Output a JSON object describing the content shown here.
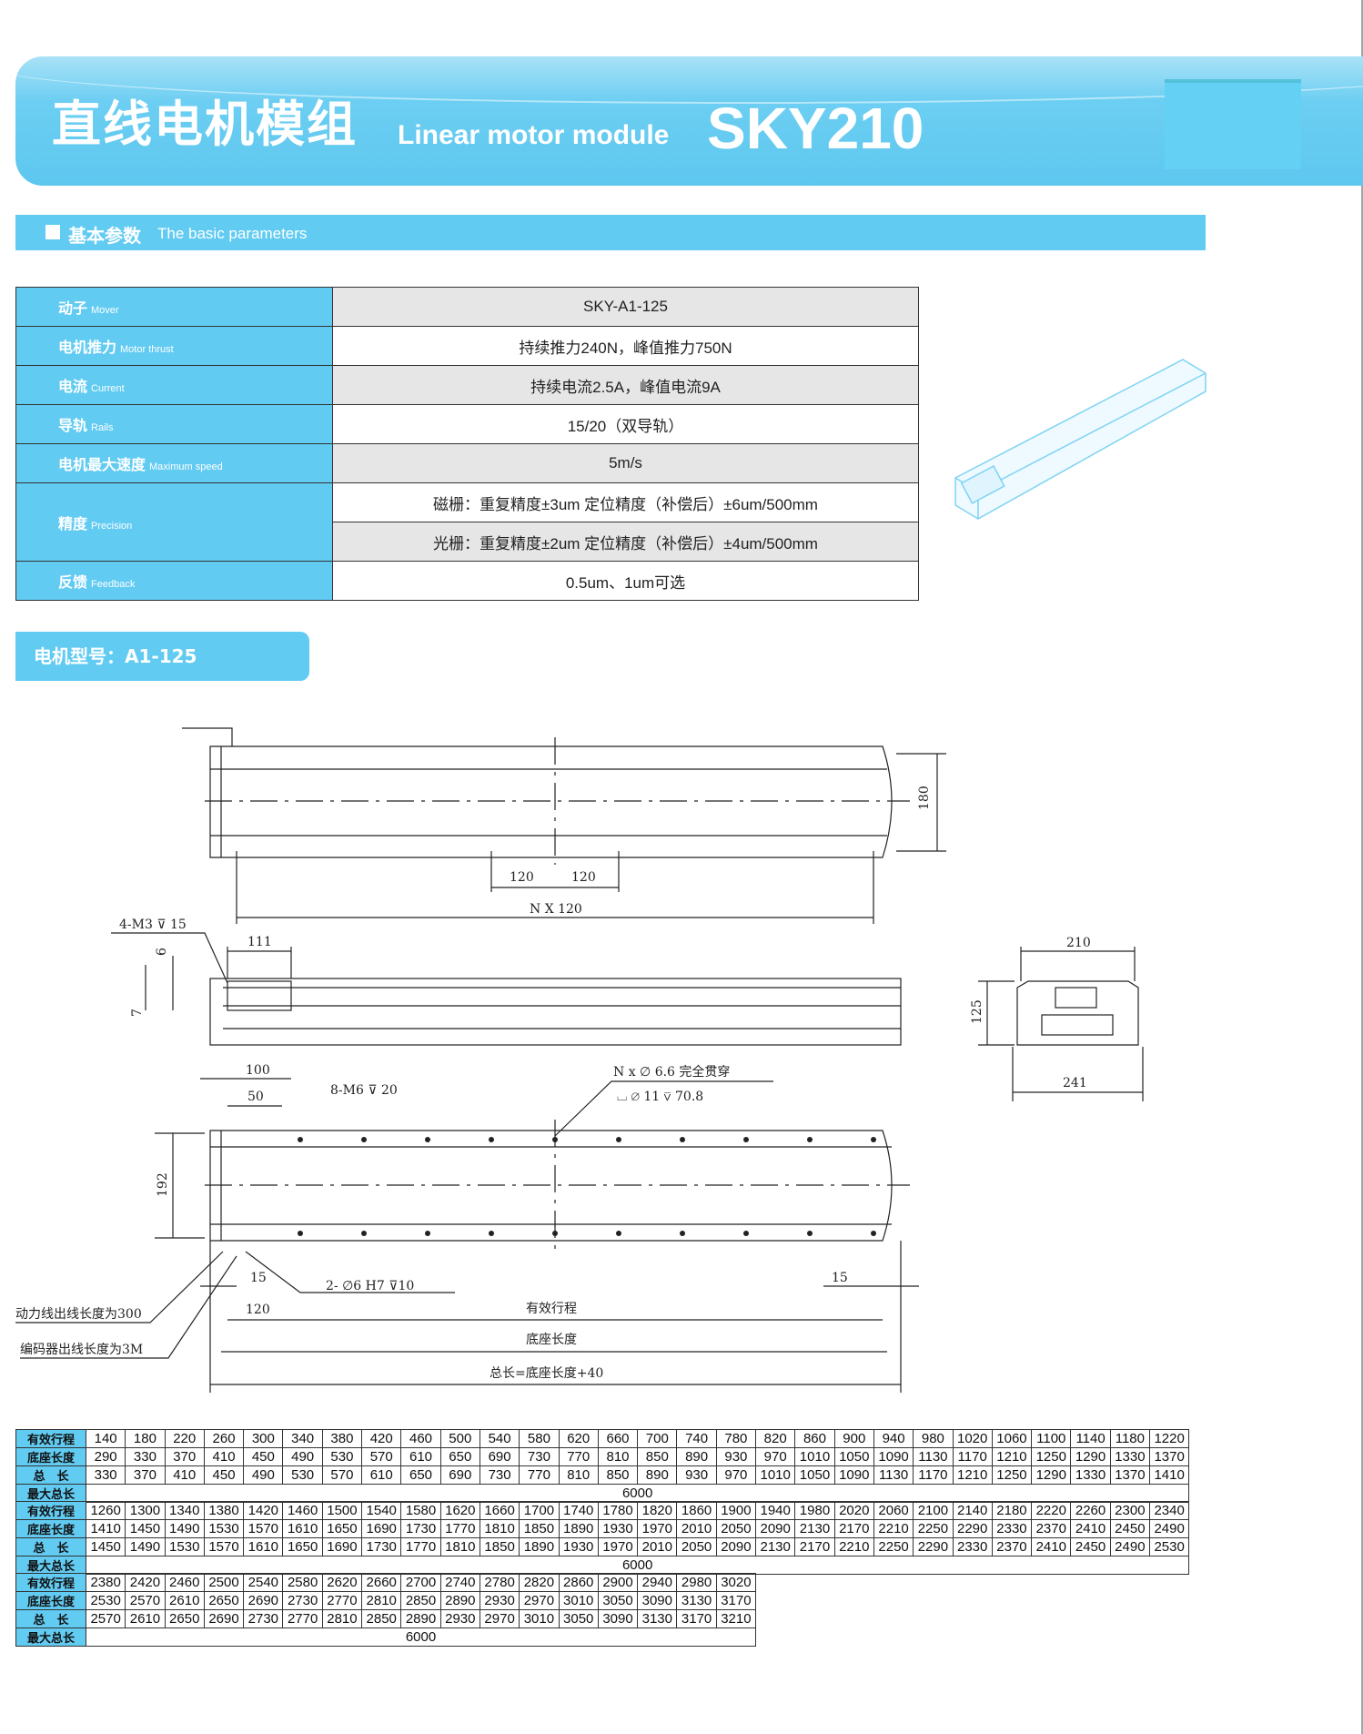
{
  "header": {
    "title_cn": "直线电机模组",
    "title_en": "Linear motor module",
    "model": "SKY210"
  },
  "section": {
    "title_cn": "基本参数",
    "title_en": "The basic parameters"
  },
  "params": [
    {
      "cn": "动子",
      "en": "Mover",
      "value": "SKY-A1-125"
    },
    {
      "cn": "电机推力",
      "en": "Motor thrust",
      "value": "持续推力240N，峰值推力750N"
    },
    {
      "cn": "电流",
      "en": "Current",
      "value": "持续电流2.5A，峰值电流9A"
    },
    {
      "cn": "导轨",
      "en": "Rails",
      "value": "15/20（双导轨）"
    },
    {
      "cn": "电机最大速度",
      "en": "Maximum speed",
      "value": "5m/s"
    },
    {
      "cn": "精度",
      "en": "Precision",
      "value": "磁栅：重复精度±3um  定位精度（补偿后）±6um/500mm",
      "value2": "光栅：重复精度±2um  定位精度（补偿后）±4um/500mm"
    },
    {
      "cn": "反馈",
      "en": "Feedback",
      "value": "0.5um、1um可选"
    }
  ],
  "model_tab": "电机型号：A1-125",
  "drawing": {
    "dim180": "180",
    "dim120a": "120",
    "dim120b": "120",
    "nx120": "N X 120",
    "m3": "4-M3 ⊽ 15",
    "dim111": "111",
    "dim6": "6",
    "dim7": "7",
    "dim210": "210",
    "dim125": "125",
    "dim241": "241",
    "dim100": "100",
    "dim50": "50",
    "m6": "8-M6 ⊽ 20",
    "hole1": "N x ∅ 6.6 完全贯穿",
    "hole2": "⌴ ∅ 11 ⊽ 70.8",
    "dim192": "192",
    "dim15a": "15",
    "pin": "2- ∅6 H7 ⊽10",
    "dim15b": "15",
    "power": "动力线出线长度为300",
    "encoder": "编码器出线长度为3M",
    "dim120c": "120",
    "stroke": "有效行程",
    "base": "底座长度",
    "total": "总长=底座长度+40"
  },
  "length_table": {
    "labels": {
      "stroke": "有效行程",
      "base": "底座长度",
      "total": "总　长",
      "max": "最大总长"
    },
    "max_value": "6000",
    "blocks": [
      {
        "stroke": [
          140,
          180,
          220,
          260,
          300,
          340,
          380,
          420,
          460,
          500,
          540,
          580,
          620,
          660,
          700,
          740,
          780,
          820,
          860,
          900,
          940,
          980,
          1020,
          1060,
          1100,
          1140,
          1180,
          1220
        ],
        "base": [
          290,
          330,
          370,
          410,
          450,
          490,
          530,
          570,
          610,
          650,
          690,
          730,
          770,
          810,
          850,
          890,
          930,
          970,
          1010,
          1050,
          1090,
          1130,
          1170,
          1210,
          1250,
          1290,
          1330,
          1370
        ],
        "total": [
          330,
          370,
          410,
          450,
          490,
          530,
          570,
          610,
          650,
          690,
          730,
          770,
          810,
          850,
          890,
          930,
          970,
          1010,
          1050,
          1090,
          1130,
          1170,
          1210,
          1250,
          1290,
          1330,
          1370,
          1410
        ]
      },
      {
        "stroke": [
          1260,
          1300,
          1340,
          1380,
          1420,
          1460,
          1500,
          1540,
          1580,
          1620,
          1660,
          1700,
          1740,
          1780,
          1820,
          1860,
          1900,
          1940,
          1980,
          2020,
          2060,
          2100,
          2140,
          2180,
          2220,
          2260,
          2300,
          2340
        ],
        "base": [
          1410,
          1450,
          1490,
          1530,
          1570,
          1610,
          1650,
          1690,
          1730,
          1770,
          1810,
          1850,
          1890,
          1930,
          1970,
          2010,
          2050,
          2090,
          2130,
          2170,
          2210,
          2250,
          2290,
          2330,
          2370,
          2410,
          2450,
          2490
        ],
        "total": [
          1450,
          1490,
          1530,
          1570,
          1610,
          1650,
          1690,
          1730,
          1770,
          1810,
          1850,
          1890,
          1930,
          1970,
          2010,
          2050,
          2090,
          2130,
          2170,
          2210,
          2250,
          2290,
          2330,
          2370,
          2410,
          2450,
          2490,
          2530
        ]
      },
      {
        "stroke": [
          2380,
          2420,
          2460,
          2500,
          2540,
          2580,
          2620,
          2660,
          2700,
          2740,
          2780,
          2820,
          2860,
          2900,
          2940,
          2980,
          3020
        ],
        "base": [
          2530,
          2570,
          2610,
          2650,
          2690,
          2730,
          2770,
          2810,
          2850,
          2890,
          2930,
          2970,
          3010,
          3050,
          3090,
          3130,
          3170
        ],
        "total": [
          2570,
          2610,
          2650,
          2690,
          2730,
          2770,
          2810,
          2850,
          2890,
          2930,
          2970,
          3010,
          3050,
          3090,
          3130,
          3170,
          3210
        ]
      }
    ]
  },
  "colors": {
    "accent": "#62cbf2",
    "row_gray": "#e6e6e6"
  }
}
